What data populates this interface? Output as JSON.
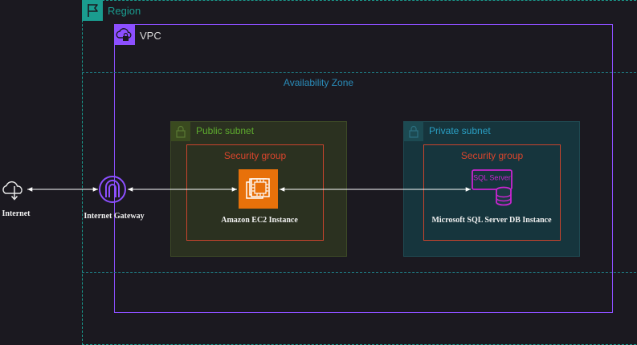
{
  "region": {
    "label": "Region",
    "icon": "flag-icon",
    "color": "#1a9c8f"
  },
  "vpc": {
    "label": "VPC",
    "icon": "cloud-lock-icon",
    "color": "#8c4fff"
  },
  "availability_zone": {
    "label": "Availability Zone"
  },
  "public_subnet": {
    "label": "Public subnet",
    "icon": "lock-icon",
    "color": "#5eab2e"
  },
  "private_subnet": {
    "label": "Private subnet",
    "icon": "lock-icon",
    "color": "#2a9fc4"
  },
  "security_groups": [
    {
      "label": "Security group"
    },
    {
      "label": "Security group"
    }
  ],
  "nodes": {
    "internet": {
      "label": "Internet",
      "icon": "cloud-download-icon"
    },
    "igw": {
      "label": "Internet Gateway",
      "icon": "internet-gateway-icon"
    },
    "ec2": {
      "label": "Amazon EC2 Instance",
      "icon": "ec2-chip-icon",
      "color": "#e8710a"
    },
    "sql": {
      "label": "Microsoft SQL Server DB Instance",
      "icon": "sql-server-db-icon",
      "badge": "SQL Server",
      "color": "#c925d1"
    }
  },
  "connections": [
    {
      "from": "internet",
      "to": "igw",
      "direction": "both"
    },
    {
      "from": "igw",
      "to": "ec2",
      "direction": "both"
    },
    {
      "from": "ec2",
      "to": "sql",
      "direction": "both"
    }
  ]
}
